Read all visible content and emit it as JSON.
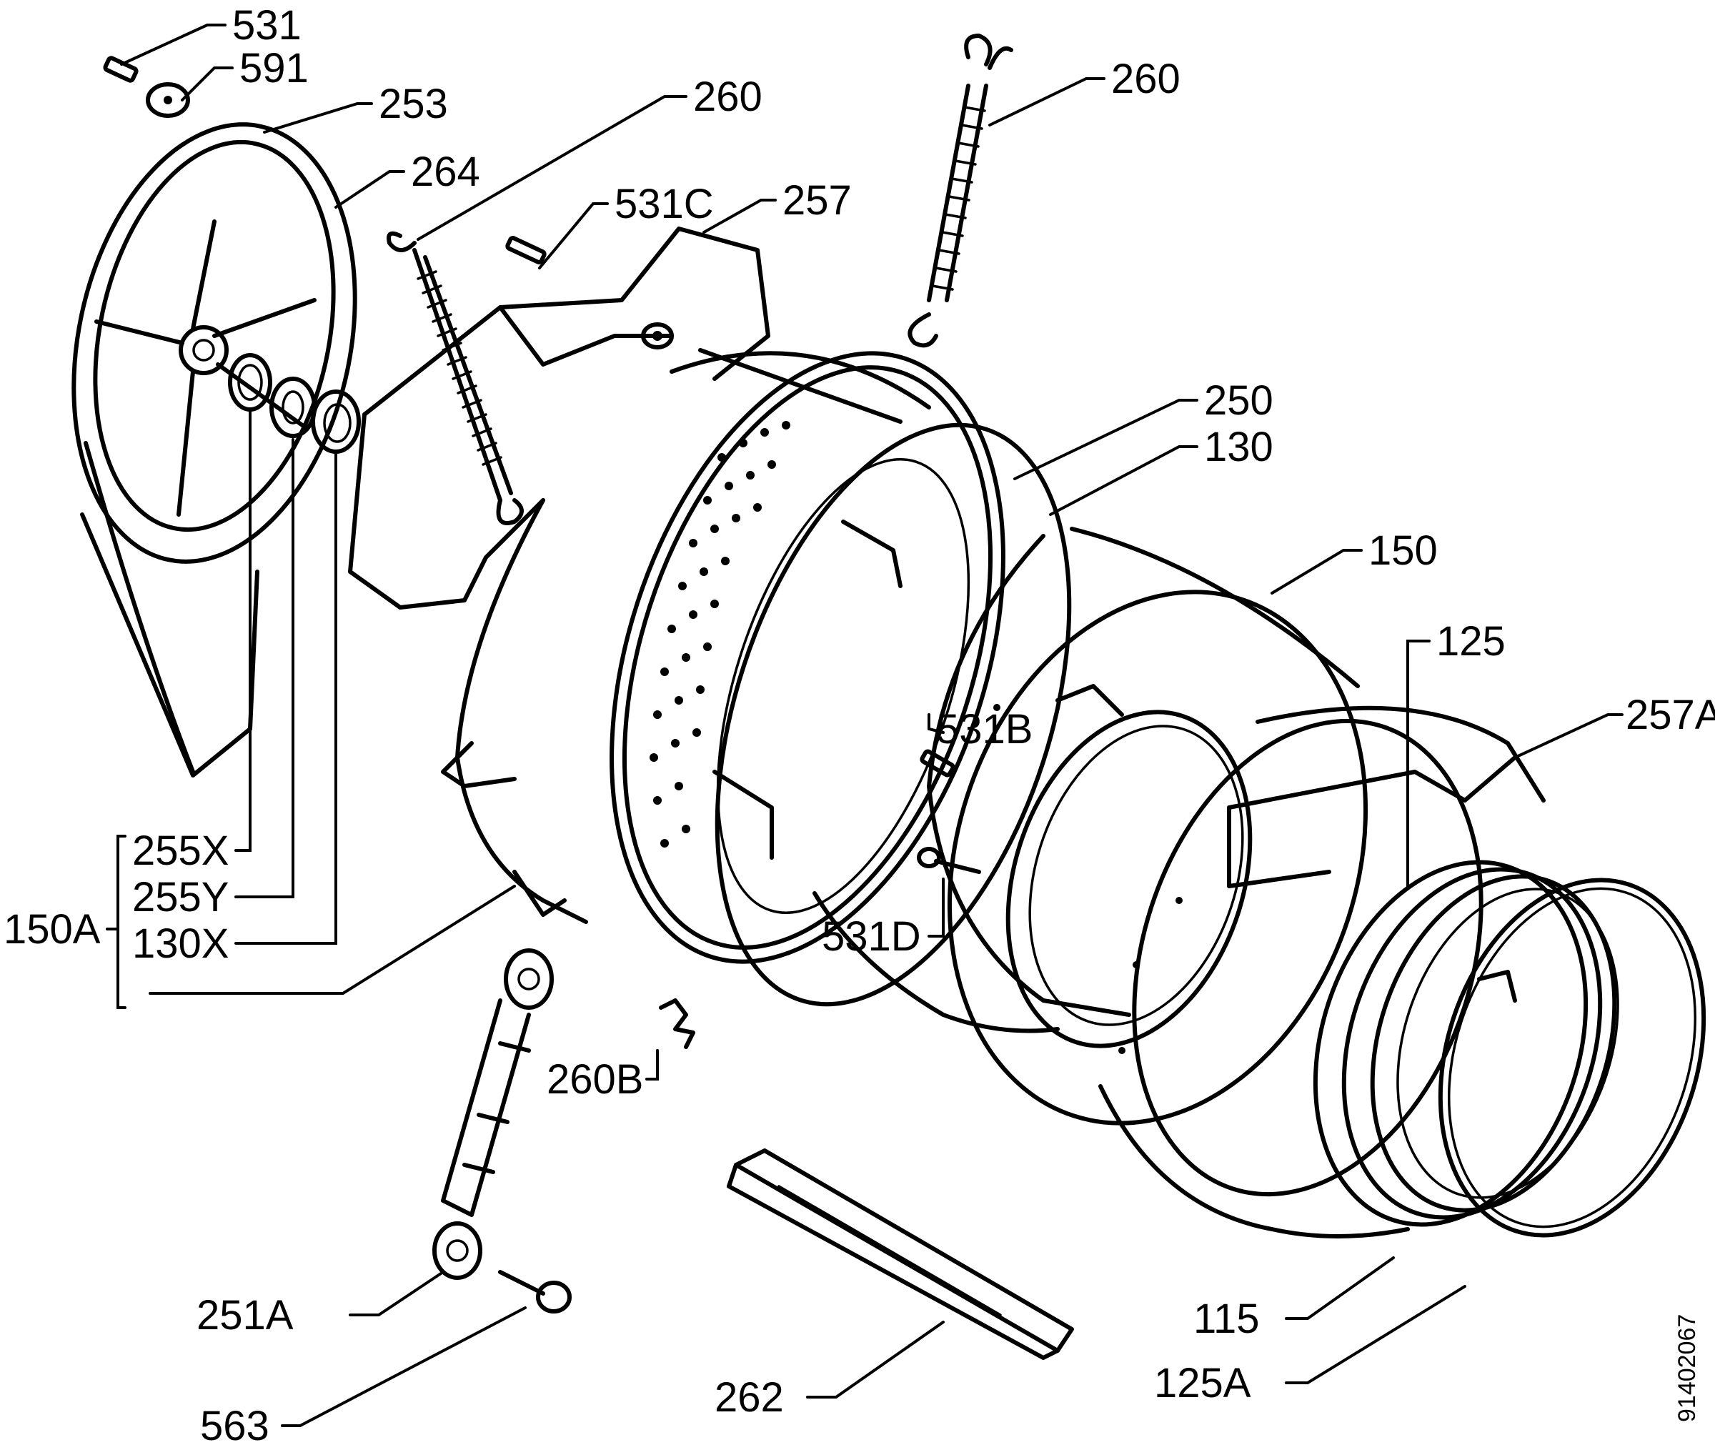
{
  "doc_number": "91402067",
  "labels": {
    "l531": "531",
    "l591": "591",
    "l253": "253",
    "l264": "264",
    "l260a": "260",
    "l260b": "260",
    "l531c": "531C",
    "l257": "257",
    "l250": "250",
    "l130": "130",
    "l150": "150",
    "l125": "125",
    "l257a": "257A",
    "l531b": "531B",
    "l531d": "531D",
    "l255x": "255X",
    "l255y": "255Y",
    "l130x": "130X",
    "l150a": "150A",
    "l260bb": "260B",
    "l251a": "251A",
    "l563": "563",
    "l262": "262",
    "l115": "115",
    "l125a": "125A"
  }
}
